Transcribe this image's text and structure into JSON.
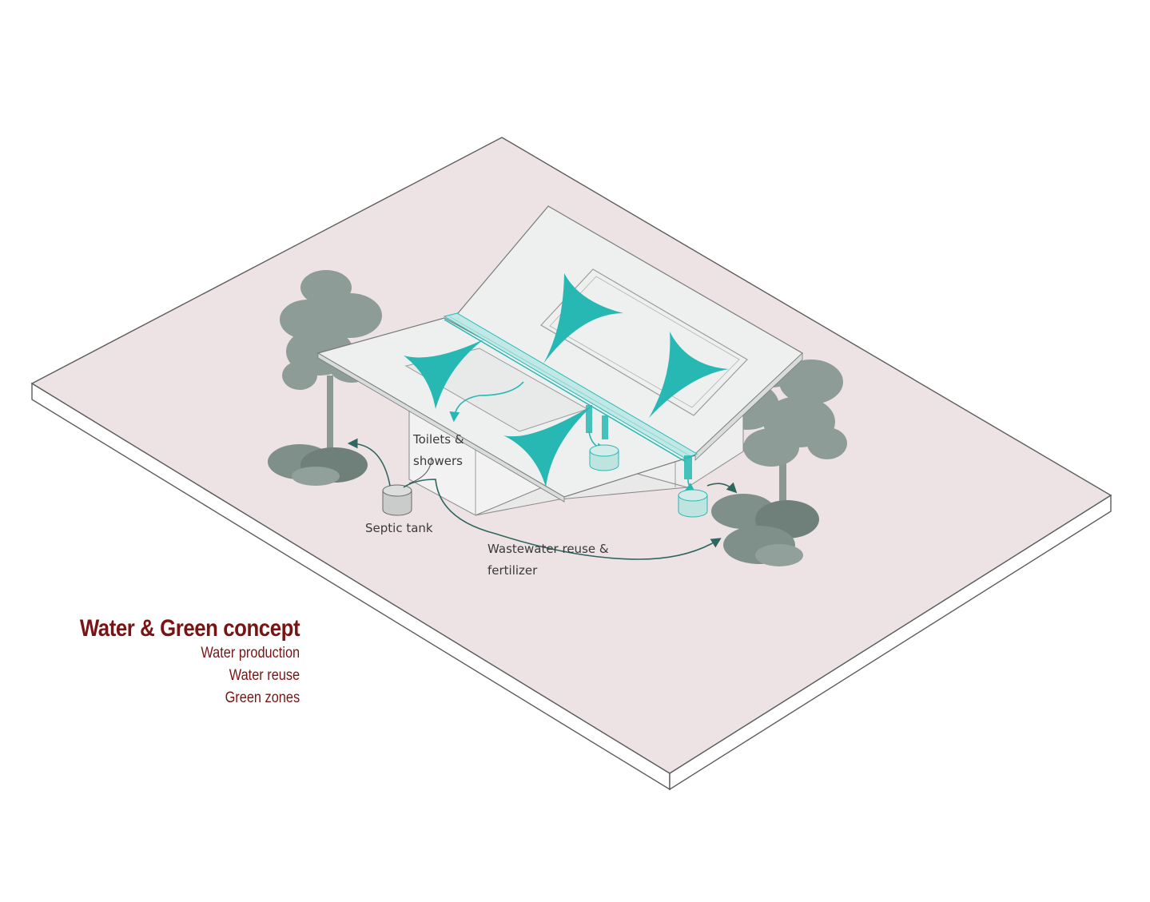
{
  "labels": {
    "toilets_line1": "Toilets &",
    "toilets_line2": "showers",
    "septic": "Septic tank",
    "wastewater_line1": "Wastewater reuse &",
    "wastewater_line2": "fertilizer"
  },
  "legend": {
    "title": "Water & Green concept",
    "items": [
      "Water production",
      "Water reuse",
      "Green zones"
    ]
  },
  "colors": {
    "ground": "#ede3e5",
    "ground_edge": "#6e6e6e",
    "roof": "#eef0f0",
    "building": "#f1f1f1",
    "water_accent": "#27b8b3",
    "tree": "#8d9c97",
    "flow_line": "#2f6660",
    "legend_text": "#7a1414"
  }
}
